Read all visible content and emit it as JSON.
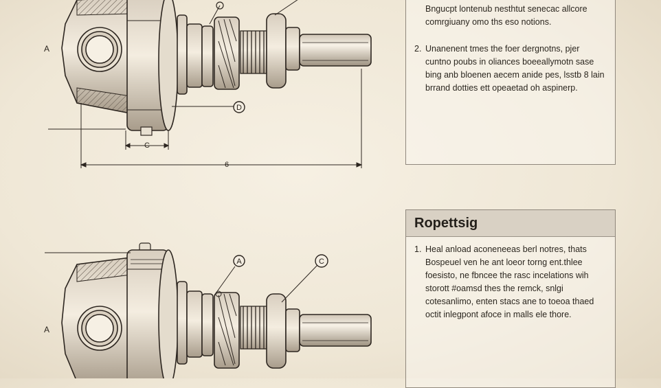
{
  "top_diagram": {
    "side_label": "A",
    "callout_letter": "D",
    "dim_small_label": "C",
    "dim_large_label": "6"
  },
  "bottom_diagram": {
    "side_label": "A",
    "callout_a": "A",
    "callout_c": "C"
  },
  "top_panel": {
    "intro_lines": [
      "Bngucpt lontenub nesthtut senecac allcore",
      "comrgiuany omo ths eso notions."
    ],
    "item_number": "2.",
    "item_lines": [
      "Unanenent tmes the foer dergnotns, pjer",
      "cuntno poubs in oliances boeeallymotn sase",
      "bing anb bloenen aecem anide pes, lsstb 8 lain",
      "brrand dotties ett opeaetad oh aspinerp."
    ]
  },
  "bottom_panel": {
    "title": "Ropettsig",
    "item_number": "1.",
    "item_lines": [
      "Heal anload aconeneeas berl notres, thats",
      "Bospeuel ven he ant loeor torng ent.thlee",
      "foesisto, ne fbncee the rasc incelations wih",
      "storott #oamsd thes the remck, snlgi",
      "cotesanlimo, enten stacs ane to toeoa thaed",
      "octit inlegpont afoce in malls ele thore."
    ]
  }
}
